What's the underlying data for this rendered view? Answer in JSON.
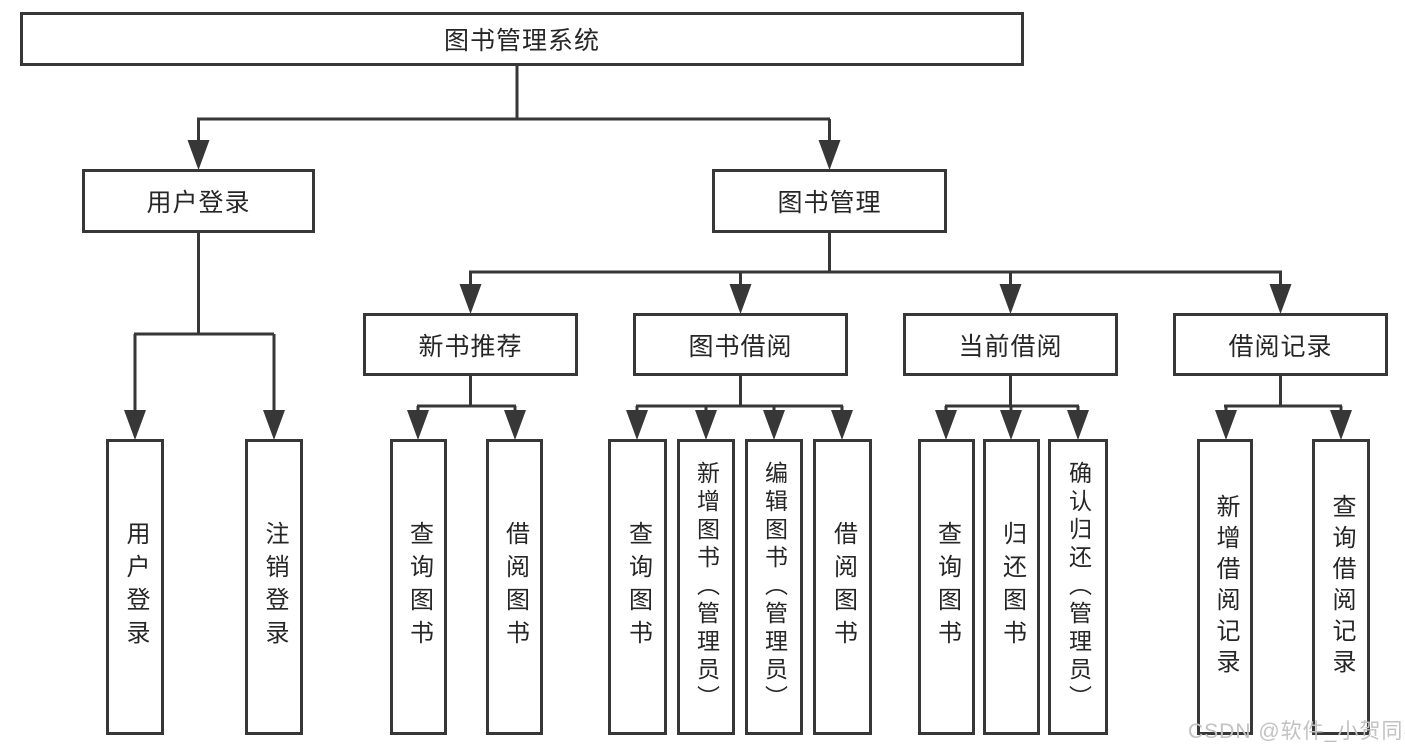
{
  "diagram_type": "hierarchy-tree",
  "nodes": {
    "root": "图书管理系统",
    "user_login": "用户登录",
    "book_management": "图书管理",
    "new_book_recommend": "新书推荐",
    "book_borrowing": "图书借阅",
    "current_borrowing": "当前借阅",
    "borrowing_records": "借阅记录"
  },
  "leaves": {
    "user_login": [
      "用户登录",
      "注销登录"
    ],
    "new_book_recommend": [
      "查询图书",
      "借阅图书"
    ],
    "book_borrowing": [
      "查询图书",
      "新增图书（管理员）",
      "编辑图书（管理员）",
      "借阅图书"
    ],
    "current_borrowing": [
      "查询图书",
      "归还图书",
      "确认归还（管理员）"
    ],
    "borrowing_records": [
      "新增借阅记录",
      "查询借阅记录"
    ]
  },
  "watermark": "CSDN @软件_小贺同学",
  "colors": {
    "line": "#373737",
    "text": "#262626",
    "watermark": "#c2c2c2",
    "background": "#ffffff"
  }
}
